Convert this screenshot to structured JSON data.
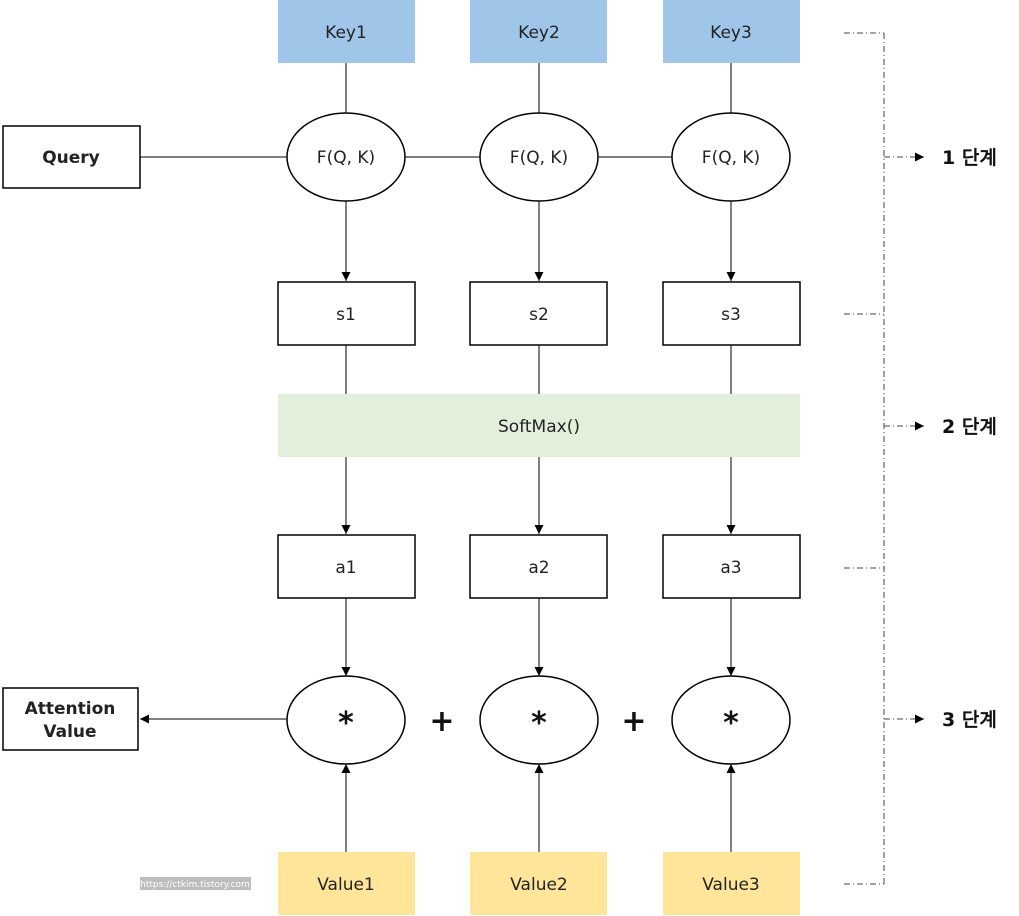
{
  "keys": [
    "Key1",
    "Key2",
    "Key3"
  ],
  "query": "Query",
  "score_function": [
    "F(Q, K)",
    "F(Q, K)",
    "F(Q, K)"
  ],
  "scores": [
    "s1",
    "s2",
    "s3"
  ],
  "softmax": "SoftMax()",
  "weights": [
    "a1",
    "a2",
    "a3"
  ],
  "multiply": [
    "*",
    "*",
    "*"
  ],
  "plus": [
    "+",
    "+"
  ],
  "values": [
    "Value1",
    "Value2",
    "Value3"
  ],
  "attention_value": [
    "Attention",
    "Value"
  ],
  "stages": [
    "1 단계",
    "2 단계",
    "3 단계"
  ],
  "watermark": "https://ctkim.tistory.com",
  "colors": {
    "key_fill": "#9fc5e8",
    "softmax_fill": "#e2efda",
    "value_fill": "#ffe599",
    "stroke": "#000000"
  }
}
